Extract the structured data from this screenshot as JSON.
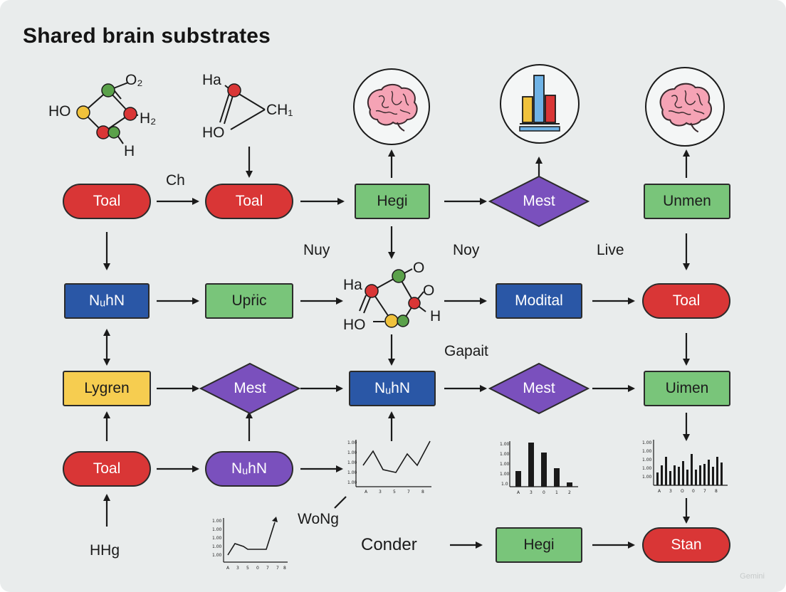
{
  "title": "Shared brain substrates",
  "nodes": {
    "toal_r2c1": "Toal",
    "toal_r2c2": "Toal",
    "hegi_r2c3": "Hegi",
    "mest_r2c4": "Mest",
    "unmen_r2c5": "Unmen",
    "nhn_r3c1": "NᵤhN",
    "upric_r3c2": "Upṙic",
    "modital_r3c4": "Modital",
    "toal_r3c5": "Toal",
    "lygren_r4c1": "Lygren",
    "mest_r4c2": "Mest",
    "nhn_r4c3": "NᵤhN",
    "mest_r4c4": "Mest",
    "uimen_r4c5": "Uimen",
    "toal_r5c1": "Toal",
    "nhn_r5c2": "NᵤhN",
    "hegi_r6c4": "Hegi",
    "stan_r6c5": "Stan"
  },
  "labels": {
    "ch": "Ch",
    "nuy": "Nuy",
    "noy": "Noy",
    "live": "Live",
    "gapait": "Gapait",
    "wong": "WoNg",
    "conder": "Conder",
    "hhg": "HHg"
  },
  "molecule1": {
    "o2": "O₂",
    "ho": "HO",
    "h2": "H₂",
    "h": "H"
  },
  "molecule2": {
    "ha": "Ha",
    "ch1": "CH₁",
    "ho": "HO"
  },
  "molecule3": {
    "ha": "Ha",
    "o_top": "O",
    "o_right": "O",
    "h": "H",
    "ho": "HO"
  },
  "icons": [
    "brain-icon",
    "bar-chart-icon",
    "brain-icon"
  ],
  "colors": {
    "red": "#d93636",
    "green": "#79c57a",
    "blue": "#2a57a6",
    "purple": "#7a50bd",
    "yellow": "#f6cd50"
  },
  "watermark": "Gemini"
}
